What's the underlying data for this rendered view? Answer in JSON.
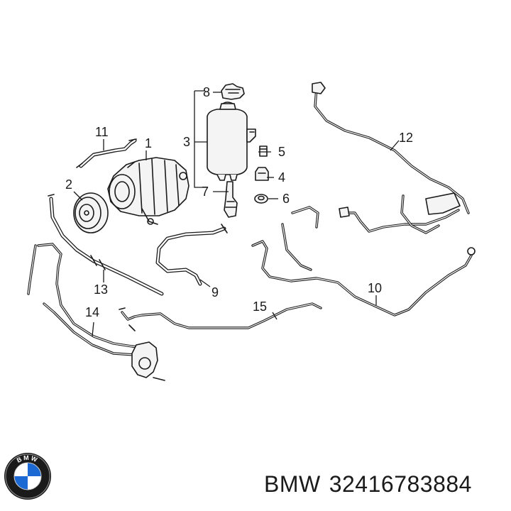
{
  "callouts": {
    "c1": "1",
    "c2": "2",
    "c3": "3",
    "c4": "4",
    "c5": "5",
    "c6": "6",
    "c7": "7",
    "c8": "8",
    "c9": "9",
    "c10": "10",
    "c11": "11",
    "c12": "12",
    "c13": "13",
    "c14": "14",
    "c15": "15"
  },
  "footer": {
    "brand": "BMW",
    "part_number": "32416783884"
  },
  "logo": {
    "text": "BMW",
    "colors": {
      "ring": "#1a1a1a",
      "blue": "#1c69d4",
      "white": "#ffffff"
    }
  }
}
